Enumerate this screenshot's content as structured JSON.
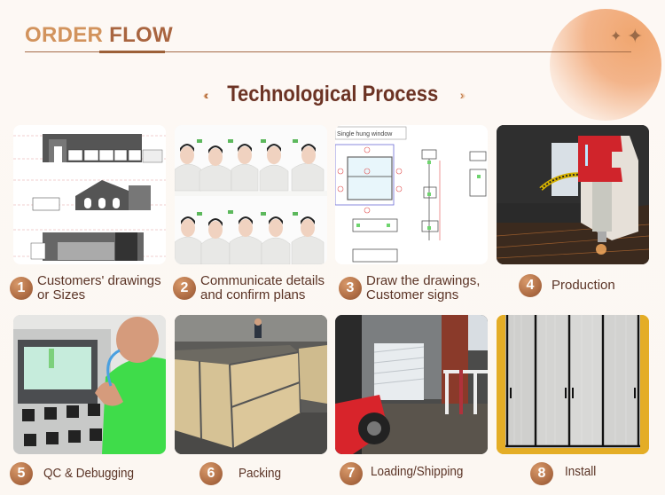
{
  "header": {
    "title_part1": "ORDER",
    "title_part2": "FLOW",
    "section_title": "Technological Process",
    "left_chevrons": "‹‹‹‹",
    "right_chevrons": "››››",
    "sparkle_icon": "✦"
  },
  "colors": {
    "accent_light": "#d2935d",
    "accent_dark": "#a96540",
    "title_brown": "#6c3324",
    "badge": "#b06e45",
    "label_text": "#5b3426"
  },
  "steps": [
    {
      "number": "1",
      "line1": "Customers' drawings",
      "line2": "or Sizes",
      "image": "architectural-elevation-drawings"
    },
    {
      "number": "2",
      "line1": "Communicate details",
      "line2": "and confirm plans",
      "image": "sales-team-portraits"
    },
    {
      "number": "3",
      "line1": "Draw the drawings,",
      "line2": "Customer signs",
      "image": "single-hung-window-cad-drawing"
    },
    {
      "number": "4",
      "line1": "Production",
      "line2": "",
      "image": "cnc-laser-cutting-machine"
    },
    {
      "number": "5",
      "line1": "QC & Debugging",
      "line2": "",
      "image": "control-panel-inspection"
    },
    {
      "number": "6",
      "line1": "Packing",
      "line2": "",
      "image": "wooden-crates"
    },
    {
      "number": "7",
      "line1": "Loading/Shipping",
      "line2": "",
      "image": "forklift-container-loading"
    },
    {
      "number": "8",
      "line1": "Install",
      "line2": "",
      "image": "installed-folding-door"
    }
  ],
  "cad_drawing_caption": "Single hung window"
}
